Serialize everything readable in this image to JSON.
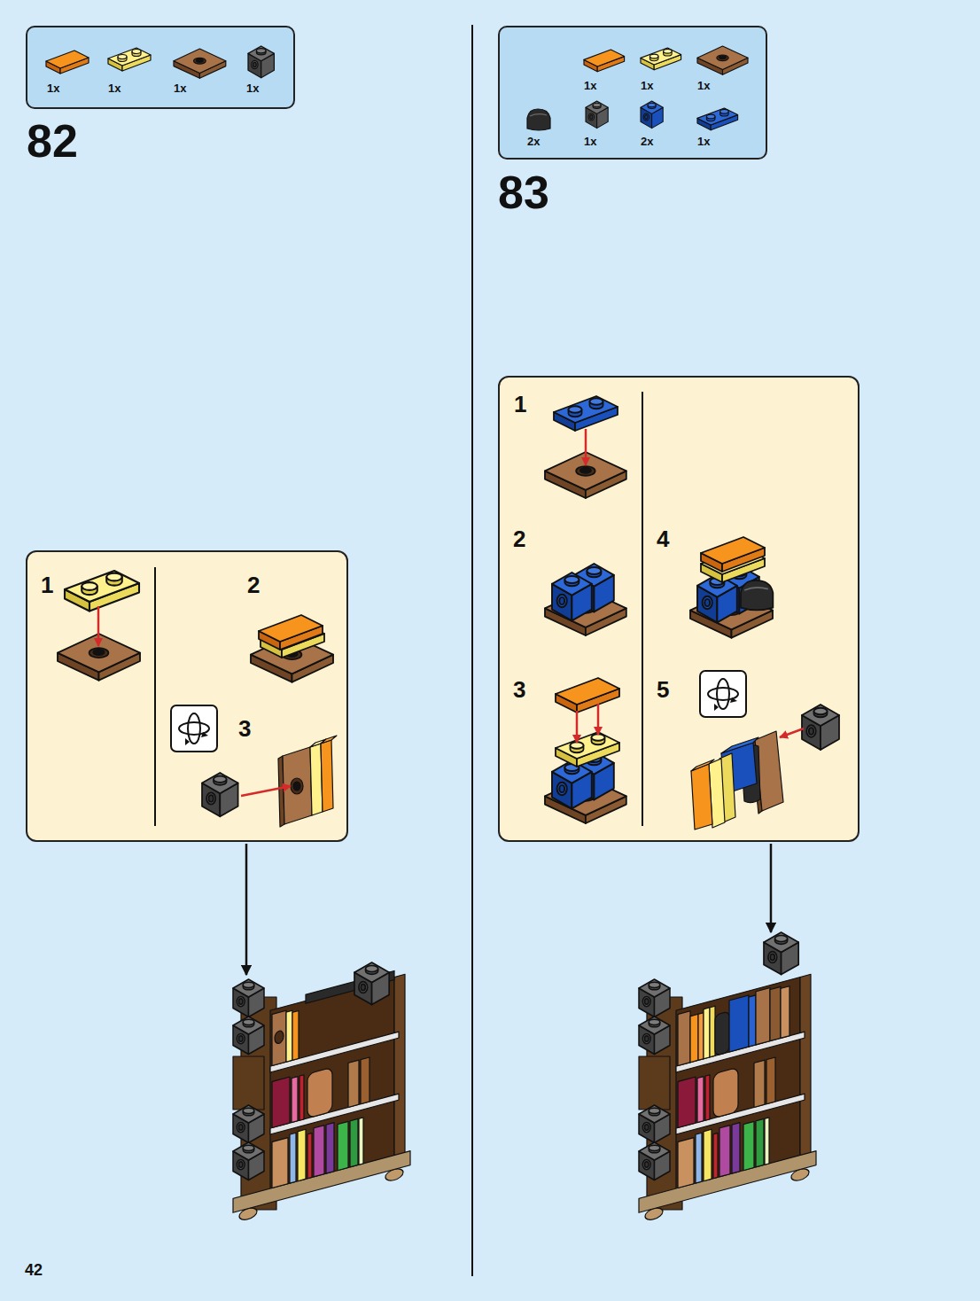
{
  "diagram": {
    "nodes": [
      {
        "text": [
          "1x",
          "1x",
          "1x",
          "1x"
        ]
      },
      {
        "text": [
          "1",
          "2",
          "3"
        ]
      },
      {
        "text": [
          "1x",
          "1x",
          "1x",
          "2x",
          "1x",
          "2x",
          "1x"
        ]
      },
      {
        "text": [
          "1",
          "2",
          "4",
          "3",
          "5"
        ]
      }
    ],
    "labels": [
      "82",
      "83",
      "42"
    ]
  }
}
